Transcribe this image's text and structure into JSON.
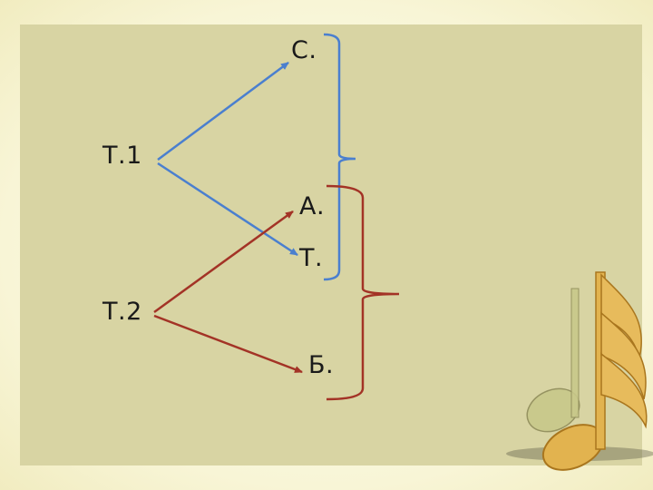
{
  "nodes": {
    "left_top": "Т.1",
    "left_bottom": "Т.2",
    "right_1": "С.",
    "right_2": "А.",
    "right_3": "Т.",
    "right_4": "Б."
  },
  "colors": {
    "blue_arrow": "#4a7fcf",
    "red_arrow": "#a33326",
    "panel": "#d8d4a3",
    "note": "#d9a640"
  },
  "icons": {
    "decoration": "music-note-icon"
  }
}
